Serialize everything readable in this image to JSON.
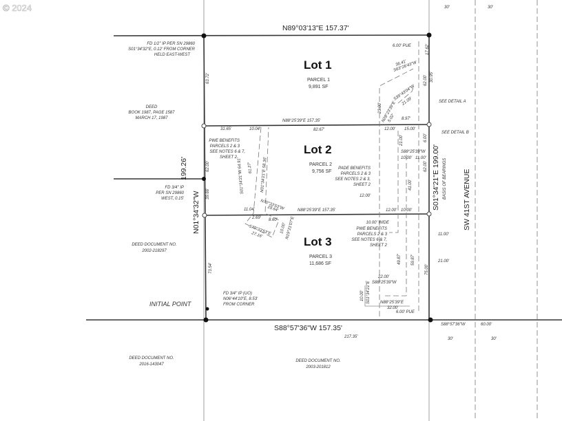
{
  "watermark": "© 2024",
  "lots": [
    {
      "lot": "Lot 1",
      "parcel": "PARCEL 1",
      "area": "9,891 SF"
    },
    {
      "lot": "Lot 2",
      "parcel": "PARCEL 2",
      "area": "9,756 SF"
    },
    {
      "lot": "Lot 3",
      "parcel": "PARCEL 3",
      "area": "11,686 SF"
    }
  ],
  "boundary": {
    "north": "N89°03'13\"E 157.37'",
    "south": "S88°57'36\"W 157.35'",
    "south_ext": "217.35'",
    "west_bearing": "N01°34'32\"W",
    "west_length": "199.26'",
    "east": "S01°34'21\"E 199.00'",
    "basis": "BASIS OF BEARINGS",
    "line12": "N88°25'39\"E 157.35'",
    "line23": "N88°25'39\"E 157.35'",
    "street": "SW 41ST AVENUE",
    "row_top_left": "30'",
    "row_top_right": "30'",
    "row_bot_left": "30'",
    "row_bot_right": "30'",
    "south_east_bearing": "S88°57'36\"W",
    "south_east_len": "60.00'"
  },
  "notes": {
    "fd_half": [
      "FD 1/2\" IP PER SN 29860",
      "S01°34'32\"E, 0.12' FROM CORNER",
      "HELD EAST-WEST"
    ],
    "deed_book": [
      "DEED",
      "BOOK 1987, PAGE 1587",
      "MARCH 17, 1987"
    ],
    "fd_34": [
      "FD 3/4\" IP",
      "PER SN 29860",
      "WEST, 0.15'"
    ],
    "deed_2002": [
      "DEED DOCUMENT NO.",
      "2002-218297"
    ],
    "fd_34_uo": [
      "FD 3/4\" IP (UO)",
      "N06°44'10\"E, 8.53'",
      "FROM CORNER"
    ],
    "initial_point": "INITIAL POINT",
    "deed_2016": [
      "DEED DOCUMENT NO.",
      "2016-143047"
    ],
    "deed_2003": [
      "DEED DOCUMENT NO.",
      "2003-201812"
    ],
    "pwe1": [
      "PWE BENEFITS",
      "PARCELS 2 & 3",
      "SEE NOTES 6 & 7,",
      "SHEET 2"
    ],
    "pade": [
      "PADE BENEFITS",
      "PARCELS 2 & 3",
      "SEE NOTES 2 & 3,",
      "SHEET 2"
    ],
    "pwe2": [
      "10.00' WIDE",
      "PWE BENEFITS",
      "PARCELS 2 & 3",
      "SEE NOTES 6 & 7,",
      "SHEET 2"
    ],
    "detail_a": "SEE DETAIL A",
    "detail_b": "SEE DETAIL B",
    "pue_top": "6.00' PUE",
    "pue_bot": "6.00' PUE"
  },
  "dims": {
    "d6372": "63.72'",
    "d6200w": "62.00'",
    "d3966": "39.66'",
    "d7354": "73.54'",
    "d3165": "31.65'",
    "d1004": "10.04'",
    "d8267": "82.67'",
    "d1762": "17.62'",
    "d3641": "36.41'",
    "b3641": "S63°26'43\"W",
    "d3095": "30.95'",
    "d6200e": "62.00'",
    "b2109": "S39°43'04\"W",
    "d2109": "21.09'",
    "b502": "N28°23'39\"E",
    "d502": "5.02'",
    "d2300": "23.00'",
    "d897": "8.97'",
    "d1200a": "12.00'",
    "d1500": "15.00'",
    "d2100": "21.00'",
    "d600": "6.00'",
    "b_s88": "S88°25'39\"W",
    "d1000a": "10.00'",
    "d1100a": "11.00'",
    "d6200c": "62.00'",
    "d4100": "41.00'",
    "d1200b": "12.00'",
    "d1200c": "12.00'",
    "d1000b": "10.00'",
    "b6491": "S01°34'21\"W 64.91'",
    "d6127": "61.27'",
    "b5836": "N01°34'21\"E 58.36'",
    "d1104": "11.04'",
    "b1964": "N70°33'53\"W",
    "d1964": "19.64'",
    "d269": "2.69'",
    "d860": "8.60'",
    "b2716": "S70°33'53\"E",
    "d2716": "27.16'",
    "d1000c": "10.00'",
    "b1000c": "N19°21'07\"E",
    "d1100b": "11.00'",
    "d4987": "49.87'",
    "d5987": "59.87'",
    "d7500": "75.00'",
    "d2100b": "21.00'",
    "d2200": "22.00'",
    "b2200": "S88°25'39\"W",
    "d1000d": "10.00'",
    "b1000d": "S01°34'21\"E",
    "b3200": "N88°25'39\"E",
    "d3200": "32.00'"
  }
}
